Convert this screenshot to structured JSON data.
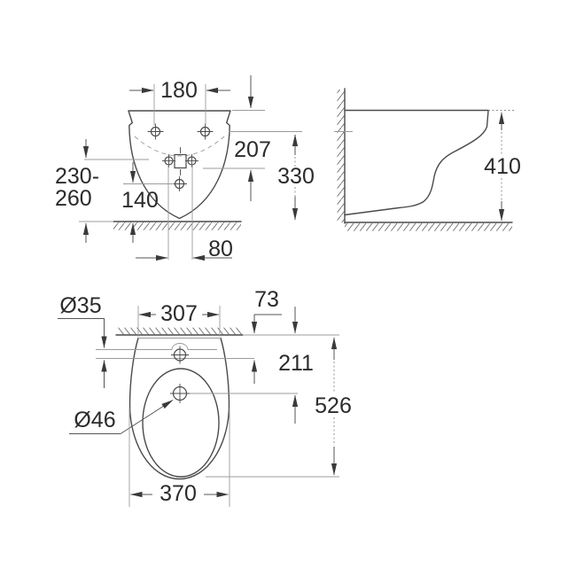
{
  "diagram": {
    "front_view": {
      "hole_spacing_top": "180",
      "top_edge_to_fixture": "207",
      "mount_holes_to_floor": "330",
      "fixture_height_range_line1": "230-",
      "fixture_height_range_line2": "260",
      "drain_to_floor": "140",
      "bottom_hole_spacing": "80"
    },
    "side_view": {
      "overall_height": "410"
    },
    "top_view": {
      "tap_hole_diameter": "Ø35",
      "rear_width": "307",
      "wall_to_tap_hole": "73",
      "wall_to_jet_hole": "211",
      "overall_depth": "526",
      "jet_hole_diameter": "Ø46",
      "overall_width": "370"
    }
  }
}
